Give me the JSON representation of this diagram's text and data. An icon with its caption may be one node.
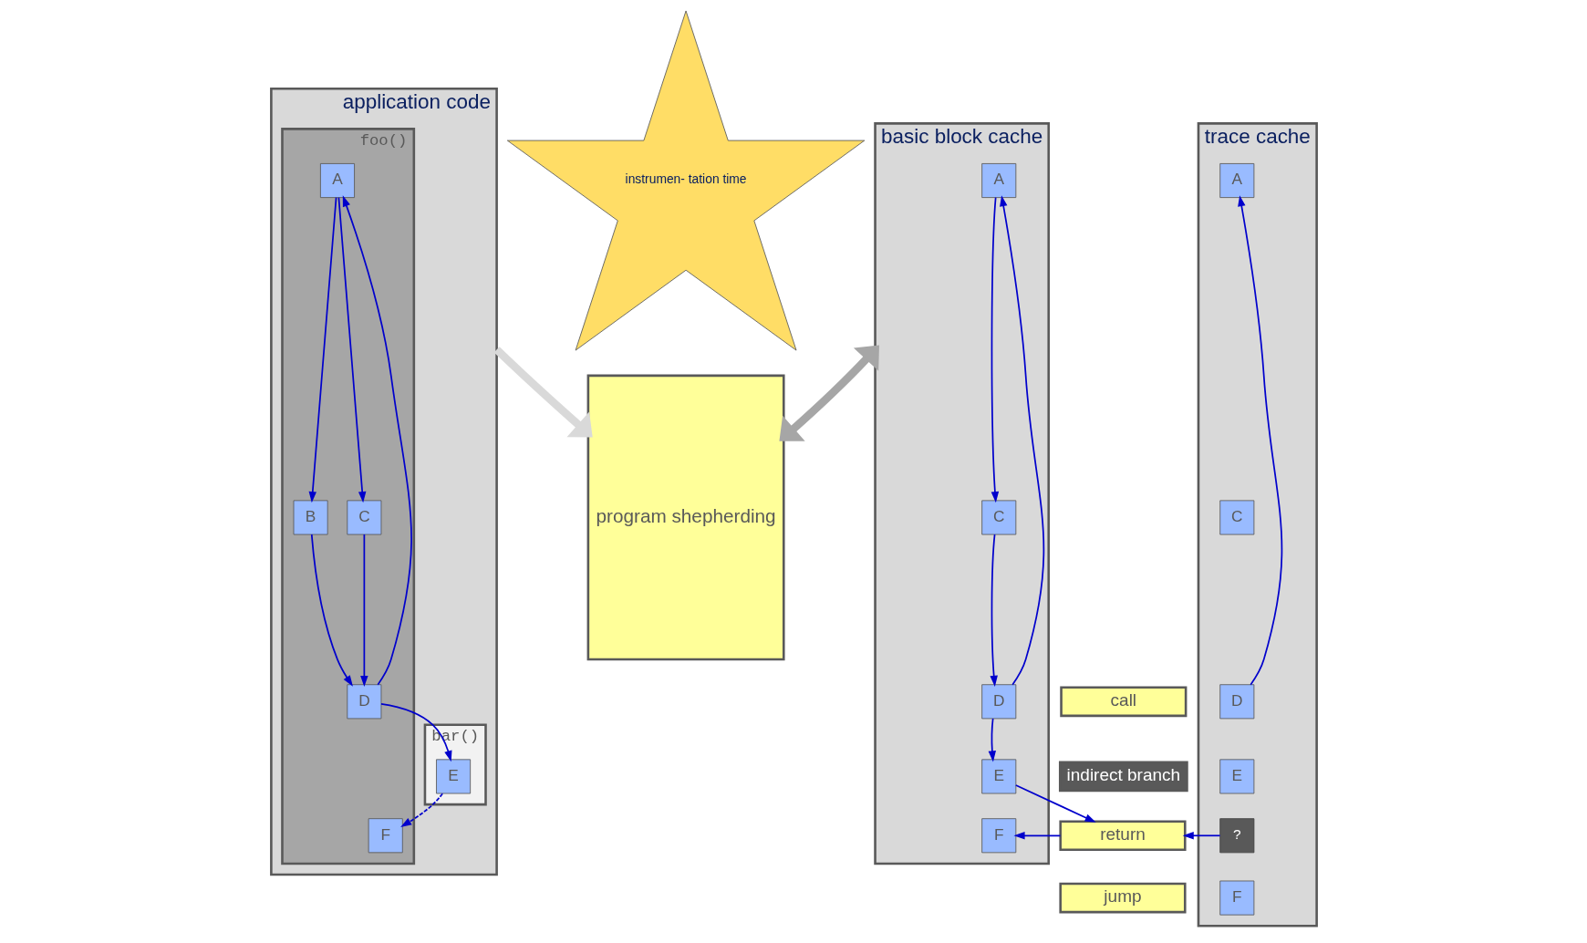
{
  "diagram": {
    "nodes": [
      {
        "text": [
          "application code"
        ]
      },
      {
        "text": [
          "foo()"
        ],
        "in": 0
      },
      {
        "text": [
          "bar()"
        ],
        "in": 0
      },
      {
        "text": [
          "A"
        ],
        "in": 1
      },
      {
        "text": [
          "B"
        ],
        "in": 1
      },
      {
        "text": [
          "C"
        ],
        "in": 1
      },
      {
        "text": [
          "D"
        ],
        "in": 1
      },
      {
        "text": [
          "E"
        ],
        "in": 2
      },
      {
        "text": [
          "F"
        ],
        "in": 1
      },
      {
        "text": [
          "instrumen- tation time"
        ]
      },
      {
        "text": [
          "program shepherding"
        ]
      },
      {
        "text": [
          "basic block cache"
        ]
      },
      {
        "text": [
          "A"
        ],
        "in": 11
      },
      {
        "text": [
          "C"
        ],
        "in": 11
      },
      {
        "text": [
          "D"
        ],
        "in": 11
      },
      {
        "text": [
          "E"
        ],
        "in": 11
      },
      {
        "text": [
          "F"
        ],
        "in": 11
      },
      {
        "text": [
          "call"
        ]
      },
      {
        "text": [
          "indirect branch"
        ]
      },
      {
        "text": [
          "return"
        ]
      },
      {
        "text": [
          "jump"
        ]
      },
      {
        "text": [
          "trace cache"
        ]
      },
      {
        "text": [
          "A"
        ],
        "in": 21
      },
      {
        "text": [
          "C"
        ],
        "in": 21
      },
      {
        "text": [
          "D"
        ],
        "in": 21
      },
      {
        "text": [
          "E"
        ],
        "in": 21
      },
      {
        "text": [
          "?"
        ],
        "in": 21
      },
      {
        "text": [
          "F"
        ],
        "in": 21
      }
    ],
    "edges": [
      {
        "from": 3,
        "to": 4,
        "arrow": "to"
      },
      {
        "from": 3,
        "to": 5,
        "arrow": "to"
      },
      {
        "from": 4,
        "to": 6,
        "arrow": "to"
      },
      {
        "from": 5,
        "to": 6,
        "arrow": "to"
      },
      {
        "from": 6,
        "to": 3,
        "arrow": "to"
      },
      {
        "from": 6,
        "to": 7,
        "arrow": "to"
      },
      {
        "from": 7,
        "to": 8,
        "arrow": "to",
        "style": "dashed"
      },
      {
        "from": 0,
        "to": 10,
        "arrow": "to",
        "style": "thick",
        "color": "#d9d9d9"
      },
      {
        "from": 10,
        "to": 11,
        "arrow": "both",
        "style": "thick",
        "color": "#a6a6a6"
      },
      {
        "from": 12,
        "to": 13,
        "arrow": "to"
      },
      {
        "from": 13,
        "to": 14,
        "arrow": "to"
      },
      {
        "from": 14,
        "to": 12,
        "arrow": "to"
      },
      {
        "from": 14,
        "to": 15,
        "arrow": "to"
      },
      {
        "from": 15,
        "to": 19,
        "arrow": "to"
      },
      {
        "from": 19,
        "to": 16,
        "arrow": "to"
      },
      {
        "from": 24,
        "to": 22,
        "arrow": "to"
      },
      {
        "from": 26,
        "to": 19,
        "arrow": "to"
      }
    ]
  }
}
